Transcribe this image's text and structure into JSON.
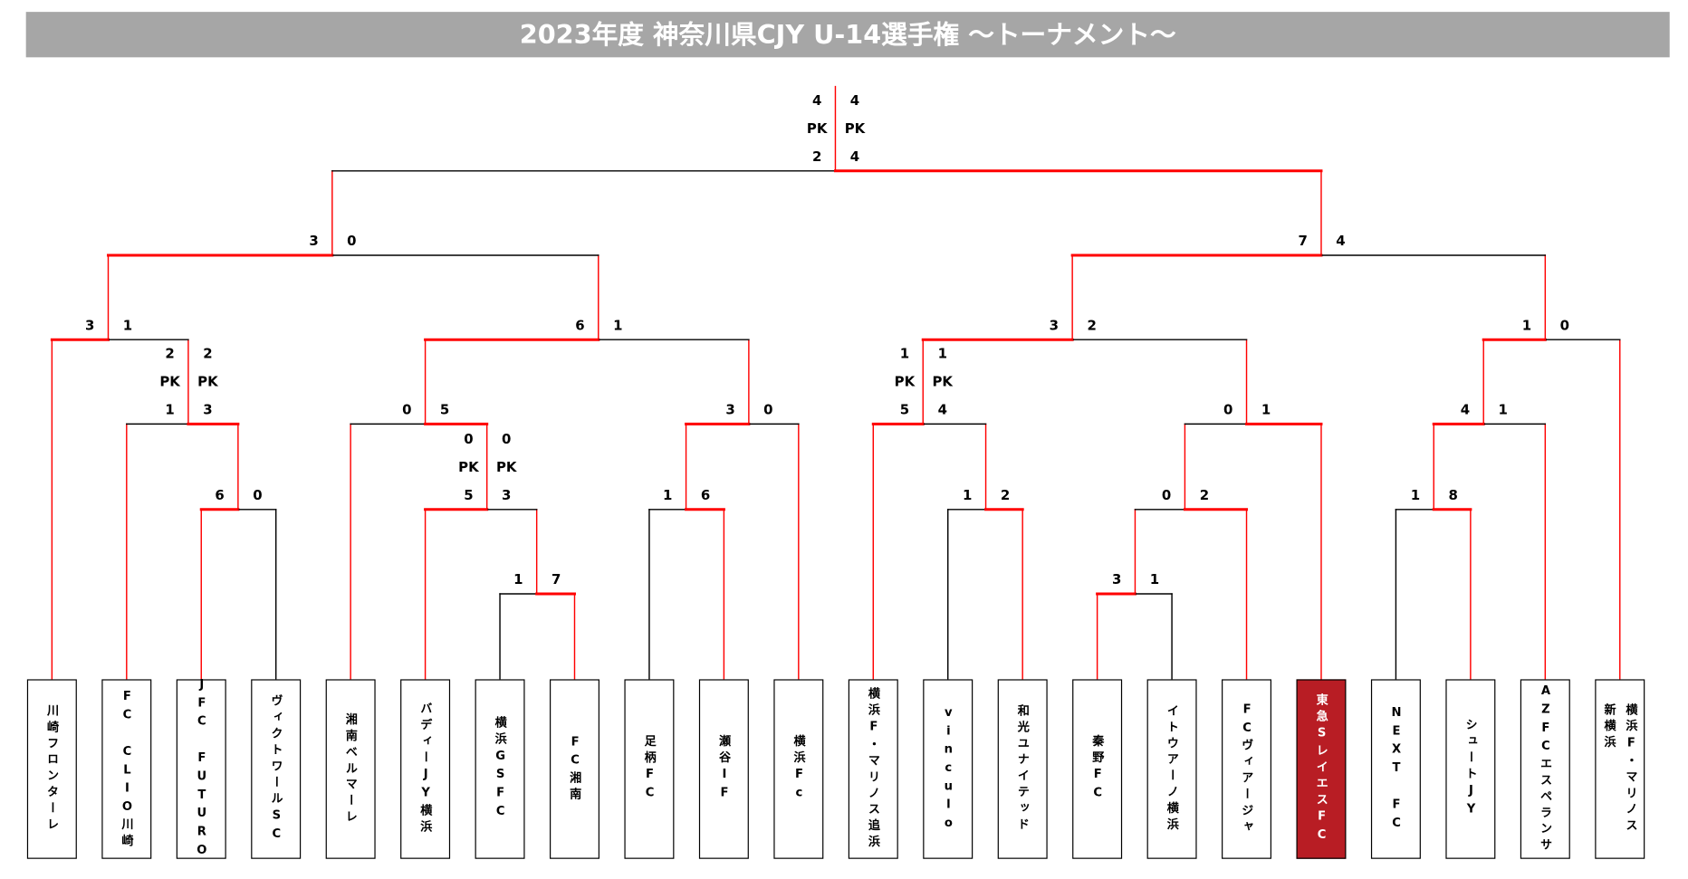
{
  "title": "2023年度 神奈川県CJY U-14選手権 ～トーナメント～",
  "colors": {
    "win_line": "#ff0000",
    "lose_line": "#000000",
    "highlight": "#b81d24",
    "title_bar": "#a6a6a6"
  },
  "teams": [
    {
      "name": "川崎フロンターレ"
    },
    {
      "name": "FC CLIO川崎"
    },
    {
      "name": "JFC FUTURO"
    },
    {
      "name": "ヴィクトワールSC"
    },
    {
      "name": "湘南ベルマーレ"
    },
    {
      "name": "バディーJY横浜"
    },
    {
      "name": "横浜GSFC"
    },
    {
      "name": "FC湘南"
    },
    {
      "name": "足柄FC"
    },
    {
      "name": "瀬谷IF"
    },
    {
      "name": "横浜Fc"
    },
    {
      "name": "横浜F・マリノス追浜"
    },
    {
      "name": "vinculo"
    },
    {
      "name": "和光ユナイテッド"
    },
    {
      "name": "秦野FC"
    },
    {
      "name": "イトウアーノ横浜"
    },
    {
      "name": "FCヴィアージャ"
    },
    {
      "name": "東急SレイエスFC",
      "highlight": true
    },
    {
      "name": "NEXT FC"
    },
    {
      "name": "シュートJY"
    },
    {
      "name": "AZFCエスペランサ"
    },
    {
      "name": "横浜F・マリノス\n新横浜"
    }
  ],
  "matches": {
    "A": {
      "left": [
        "6"
      ],
      "right": [
        "0"
      ]
    },
    "B": {
      "left": [
        "2",
        "PK",
        "1"
      ],
      "right": [
        "2",
        "PK",
        "3"
      ]
    },
    "C": {
      "left": [
        "3"
      ],
      "right": [
        "1"
      ]
    },
    "D": {
      "left": [
        "1"
      ],
      "right": [
        "7"
      ]
    },
    "E": {
      "left": [
        "0",
        "PK",
        "5"
      ],
      "right": [
        "0",
        "PK",
        "3"
      ]
    },
    "F": {
      "left": [
        "0"
      ],
      "right": [
        "5"
      ]
    },
    "G": {
      "left": [
        "1"
      ],
      "right": [
        "6"
      ]
    },
    "H": {
      "left": [
        "3"
      ],
      "right": [
        "0"
      ]
    },
    "I": {
      "left": [
        "6"
      ],
      "right": [
        "1"
      ]
    },
    "SL": {
      "left": [
        "3"
      ],
      "right": [
        "0"
      ]
    },
    "J": {
      "left": [
        "1"
      ],
      "right": [
        "2"
      ]
    },
    "K": {
      "left": [
        "1",
        "PK",
        "5"
      ],
      "right": [
        "1",
        "PK",
        "4"
      ]
    },
    "L": {
      "left": [
        "3"
      ],
      "right": [
        "1"
      ]
    },
    "M": {
      "left": [
        "0"
      ],
      "right": [
        "2"
      ]
    },
    "N": {
      "left": [
        "0"
      ],
      "right": [
        "1"
      ]
    },
    "O": {
      "left": [
        "3"
      ],
      "right": [
        "2"
      ]
    },
    "Q": {
      "left": [
        "1"
      ],
      "right": [
        "8"
      ]
    },
    "R1": {
      "left": [
        "4"
      ],
      "right": [
        "1"
      ]
    },
    "R": {
      "left": [
        "1"
      ],
      "right": [
        "0"
      ]
    },
    "SR": {
      "left": [
        "7"
      ],
      "right": [
        "4"
      ]
    },
    "FINAL": {
      "left": [
        "4",
        "PK",
        "2"
      ],
      "right": [
        "4",
        "PK",
        "4"
      ]
    }
  }
}
